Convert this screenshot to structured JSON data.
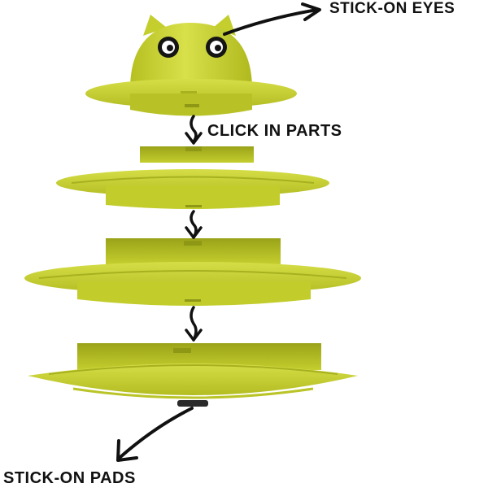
{
  "labels": {
    "stick_on_eyes": "STICK-ON EYES",
    "click_in_parts": "CLICK IN PARTS",
    "stick_on_pads": "STICK-ON PADS"
  },
  "colors": {
    "toy_body": "#c9d431",
    "toy_highlight": "#dde45a",
    "toy_shadow": "#a3ad1d",
    "toy_inner": "#b1bb22",
    "arrow": "#111111",
    "text": "#111111"
  }
}
